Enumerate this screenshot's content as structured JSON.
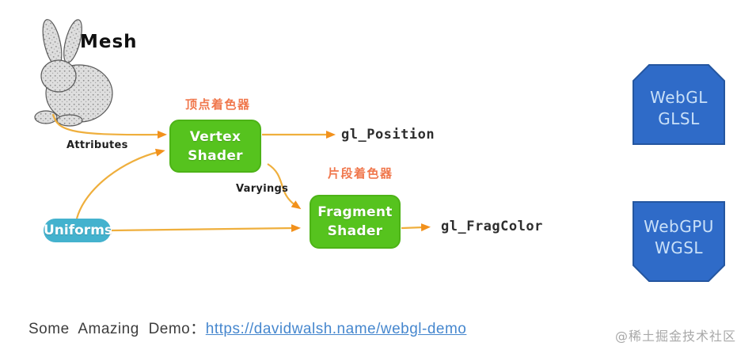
{
  "diagram": {
    "mesh_label": "Mesh",
    "attributes_label": "Attributes",
    "varyings_label": "Varyings",
    "uniforms_label": "Uniforms",
    "vertex_shader": {
      "cn_label": "顶点着色器",
      "line1": "Vertex",
      "line2": "Shader",
      "output": "gl_Position"
    },
    "fragment_shader": {
      "cn_label": "片段着色器",
      "line1": "Fragment",
      "line2": "Shader",
      "output": "gl_FragColor"
    }
  },
  "side_panel": {
    "webgl": {
      "line1": "WebGL",
      "line2": "GLSL"
    },
    "webgpu": {
      "line1": "WebGPU",
      "line2": "WGSL"
    }
  },
  "footer": {
    "prefix": "Some Amazing Demo：",
    "link_text": "https://davidwalsh.name/webgl-demo"
  },
  "watermark": "@稀土掘金技术社区",
  "colors": {
    "shader_green": "#56C31E",
    "uniforms_teal": "#44B2CE",
    "platform_blue": "#2F6BC8",
    "platform_blue_border": "#2456A0",
    "platform_text_blue": "#C9E0F8",
    "arrow_amber": "#EFAF3D",
    "arrowhead_orange": "#F2911C",
    "cn_label_orange": "#F0774C",
    "link_blue": "#4687CE",
    "watermark_gray": "#A8A8A8"
  }
}
